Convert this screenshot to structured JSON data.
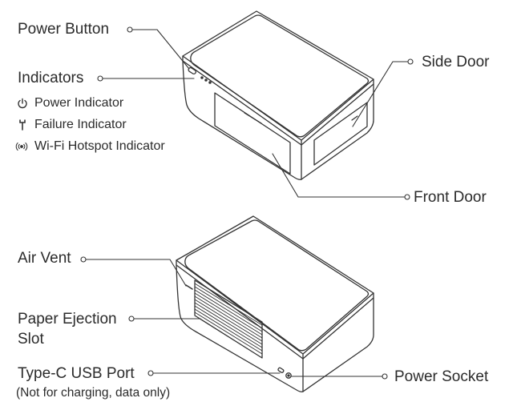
{
  "top": {
    "power_button": "Power Button",
    "indicators": "Indicators",
    "power_indicator": "Power Indicator",
    "failure_indicator": "Failure Indicator",
    "wifi_indicator": "Wi-Fi Hotspot Indicator",
    "side_door": "Side Door",
    "front_door": "Front Door"
  },
  "bottom": {
    "air_vent": "Air Vent",
    "paper_slot_line1": "Paper Ejection",
    "paper_slot_line2": "Slot",
    "usb_port": "Type-C USB Port",
    "usb_note": "(Not for charging, data only)",
    "power_socket": "Power Socket"
  },
  "icons": {
    "power_indicator": "power-icon",
    "failure_indicator": "wrench-icon",
    "wifi_indicator": "wifi-hotspot-icon"
  },
  "colors": {
    "line": "#333333",
    "text": "#2b2b2b"
  }
}
